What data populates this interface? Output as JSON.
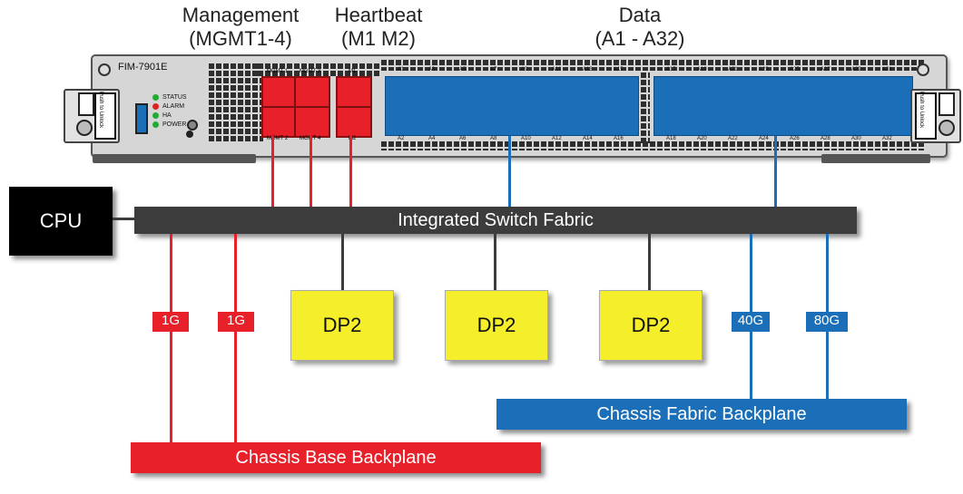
{
  "headers": {
    "management": {
      "line1": "Management",
      "line2": "(MGMT1-4)"
    },
    "heartbeat": {
      "line1": "Heartbeat",
      "line2": "(M1 M2)"
    },
    "data": {
      "line1": "Data",
      "line2": "(A1 - A32)"
    }
  },
  "panel": {
    "model": "FIM-7901E",
    "mgmt_labels_top": [
      "MGMT 1",
      "MGMT 3"
    ],
    "mgmt_labels_bottom": [
      "MGMT 2",
      "MGMT 4"
    ],
    "hb_label_top": "M1",
    "hb_label_bottom": "M2",
    "leds": [
      {
        "label": "STATUS",
        "color": "#22aa33"
      },
      {
        "label": "ALARM",
        "color": "#dd2222"
      },
      {
        "label": "HA",
        "color": "#22aa33"
      },
      {
        "label": "POWER",
        "color": "#22aa33"
      }
    ],
    "ports_top_left": [
      "A1",
      "A3",
      "A5",
      "A7",
      "A9",
      "A11",
      "A13",
      "A15"
    ],
    "ports_bottom_left": [
      "A2",
      "A4",
      "A6",
      "A8",
      "A10",
      "A12",
      "A14",
      "A16"
    ],
    "ports_top_right": [
      "A17",
      "A19",
      "A21",
      "A23",
      "A25",
      "A27",
      "A29",
      "A31"
    ],
    "ports_bottom_right": [
      "A18",
      "A20",
      "A22",
      "A24",
      "A26",
      "A28",
      "A30",
      "A32"
    ],
    "latch_text": "Push to Unlock"
  },
  "cpu": {
    "label": "CPU"
  },
  "fabric": {
    "label": "Integrated Switch Fabric"
  },
  "speed_tags": {
    "base1": "1G",
    "base2": "1G",
    "fabric1": "40G",
    "fabric2": "80G"
  },
  "dp": [
    "DP2",
    "DP2",
    "DP2"
  ],
  "backplanes": {
    "fabric": "Chassis Fabric Backplane",
    "base": "Chassis Base Backplane"
  },
  "colors": {
    "red": "#e8202a",
    "blue": "#1b6fb8",
    "dark": "#3c3c3c",
    "yellow": "#f4ef2a",
    "black": "#000000"
  }
}
